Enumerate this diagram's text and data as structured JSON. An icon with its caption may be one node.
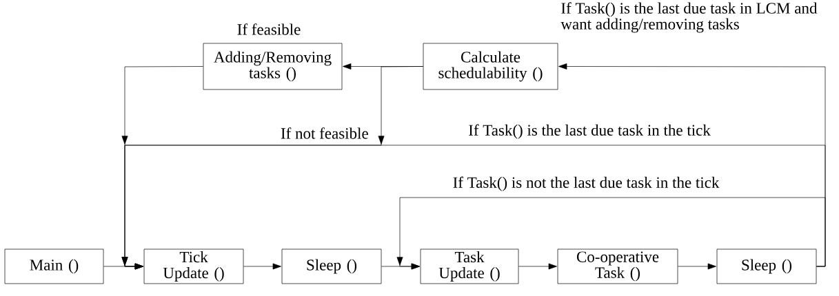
{
  "diagram": {
    "nodes": [
      {
        "text": [
          "Adding/Removing tasks ()"
        ]
      },
      {
        "text": [
          "Calculate schedulability ()"
        ]
      },
      {
        "text": [
          "Main ()"
        ]
      },
      {
        "text": [
          "Tick Update ()"
        ]
      },
      {
        "text": [
          "Sleep ()"
        ]
      },
      {
        "text": [
          "Task Update ()"
        ]
      },
      {
        "text": [
          "Co-operative Task ()"
        ]
      },
      {
        "text": [
          "Sleep ()"
        ]
      }
    ],
    "edges": [
      {
        "from": 2,
        "to": 3,
        "arrow": "to"
      },
      {
        "from": 3,
        "to": 4,
        "arrow": "to"
      },
      {
        "from": 4,
        "to": 5,
        "arrow": "to"
      },
      {
        "from": 5,
        "to": 6,
        "arrow": "to"
      },
      {
        "from": 6,
        "to": 7,
        "arrow": "to"
      },
      {
        "from": 7,
        "to": 1,
        "arrow": "to",
        "label": "If Task() is the last due task in LCM and want adding/removing tasks"
      },
      {
        "from": 1,
        "to": 0,
        "arrow": "to",
        "label": "If feasible"
      },
      {
        "from": 0,
        "to": 3,
        "arrow": "to"
      },
      {
        "from": 1,
        "to": 3,
        "arrow": "to",
        "label": "If not feasible"
      },
      {
        "from": 7,
        "to": 3,
        "arrow": "to",
        "label": "If Task() is the last due task in the tick"
      },
      {
        "from": 7,
        "to": 5,
        "arrow": "to",
        "label": "If Task() is not the last due task in the tick"
      }
    ]
  }
}
